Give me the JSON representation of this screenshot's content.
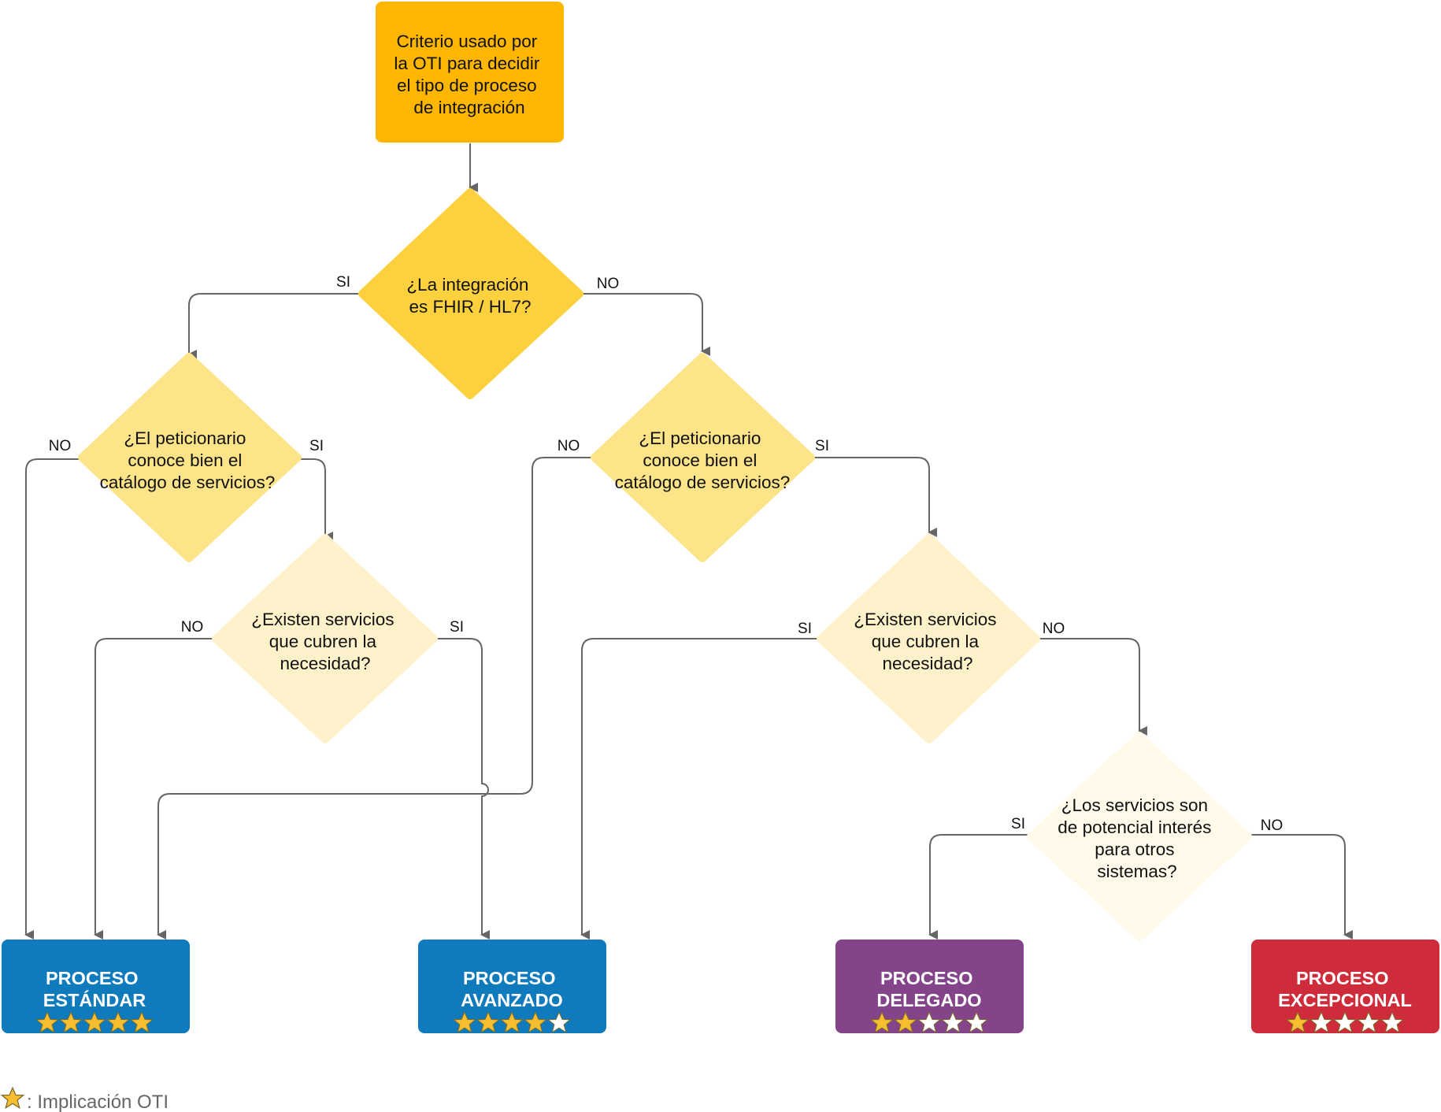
{
  "start": {
    "lines": [
      "Criterio usado por",
      "la OTI para decidir",
      "el tipo de proceso",
      "de integración"
    ],
    "color": "#FFB600"
  },
  "decisions": {
    "d1": {
      "lines": [
        "¿La integración",
        "es FHIR / HL7?"
      ],
      "color": "#FDD13D"
    },
    "d2": {
      "lines": [
        "¿El peticionario",
        "conoce bien el",
        "catálogo de servicios?"
      ],
      "color": "#FEE488"
    },
    "d3": {
      "lines": [
        "¿El peticionario",
        "conoce bien el",
        "catálogo de servicios?"
      ],
      "color": "#FEE488"
    },
    "d4": {
      "lines": [
        "¿Existen servicios",
        "que cubren la",
        "necesidad?"
      ],
      "color": "#FFF2CB"
    },
    "d5": {
      "lines": [
        "¿Existen servicios",
        "que cubren la",
        "necesidad?"
      ],
      "color": "#FFF2CB"
    },
    "d6": {
      "lines": [
        "¿Los servicios son",
        "de potencial interés",
        "para otros",
        "sistemas?"
      ],
      "color": "#FFFAEA"
    }
  },
  "edge_labels": {
    "d1_si": "SI",
    "d1_no": "NO",
    "d2_no": "NO",
    "d2_si": "SI",
    "d3_no": "NO",
    "d3_si": "SI",
    "d4_no": "NO",
    "d4_si": "SI",
    "d5_si": "SI",
    "d5_no": "NO",
    "d6_si": "SI",
    "d6_no": "NO"
  },
  "outcomes": [
    {
      "line1": "PROCESO",
      "line2": "ESTÁNDAR",
      "stars": 5,
      "color": "#0F7BBD"
    },
    {
      "line1": "PROCESO",
      "line2": "AVANZADO",
      "stars": 4,
      "color": "#0F7BBD"
    },
    {
      "line1": "PROCESO",
      "line2": "DELEGADO",
      "stars": 2,
      "color": "#844489"
    },
    {
      "line1": "PROCESO",
      "line2": "EXCEPCIONAL",
      "stars": 1,
      "color": "#CE2C3A"
    }
  ],
  "legend": {
    "text": ": Implicación OTI"
  },
  "colors": {
    "star_filled": "#F7BE30",
    "star_empty": "#FFFFFF",
    "star_stroke": "#7A6A2A",
    "edge": "#666666"
  }
}
